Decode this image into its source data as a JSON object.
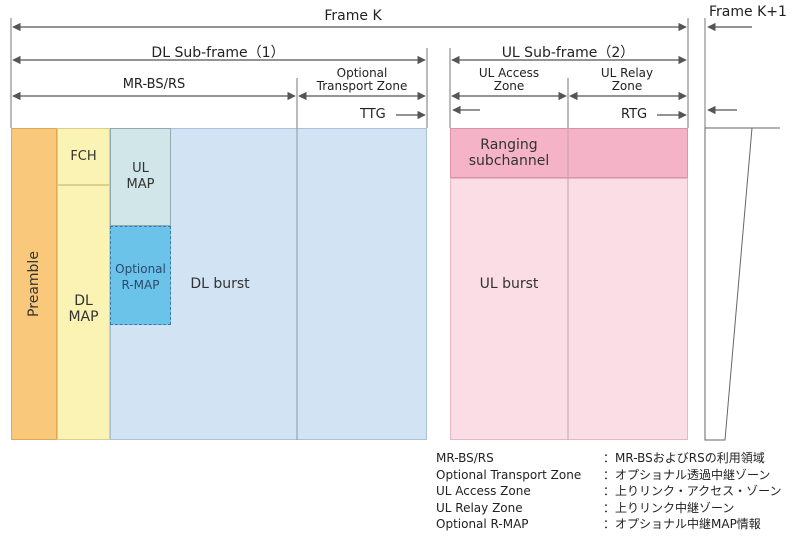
{
  "header": {
    "frame_k": "Frame K",
    "frame_k1": "Frame K+1",
    "dl_subframe": "DL Sub-frame（1）",
    "ul_subframe": "UL Sub-frame（2）",
    "mr_bs_rs": "MR-BS/RS",
    "optional_transport_zone": [
      "Optional",
      "Transport Zone"
    ],
    "ul_access_zone": [
      "UL Access",
      "Zone"
    ],
    "ul_relay_zone": [
      "UL Relay",
      "Zone"
    ],
    "ttg": "TTG",
    "rtg": "RTG"
  },
  "blocks": {
    "preamble": "Preamble",
    "fch": "FCH",
    "ul_map": [
      "UL",
      "MAP"
    ],
    "dl_map": [
      "DL",
      "MAP"
    ],
    "optional_r_map": [
      "Optional",
      "R-MAP"
    ],
    "dl_burst": "DL burst",
    "ranging_subchannel": [
      "Ranging",
      "subchannel"
    ],
    "ul_burst": "UL burst"
  },
  "colors": {
    "preamble": "#f9c87a",
    "fch_dlmap": "#fbf3b3",
    "ul_map": "#d0e6e8",
    "optional_r_map": "#6cc3ea",
    "dl_burst": "#d2e3f3",
    "ranging": "#f5b3c8",
    "ul_burst": "#fbdde6",
    "line": "#555555"
  },
  "legend": [
    {
      "term": "MR-BS/RS",
      "desc": "：MR-BSおよびRSの利用領域"
    },
    {
      "term": "Optional Transport Zone",
      "desc": "：オプショナル透過中継ゾーン"
    },
    {
      "term": "UL Access Zone",
      "desc": "：上りリンク・アクセス・ゾーン"
    },
    {
      "term": "UL Relay Zone",
      "desc": "：上りリンク中継ゾーン"
    },
    {
      "term": "Optional R-MAP",
      "desc": "：オプショナル中継MAP情報"
    }
  ]
}
